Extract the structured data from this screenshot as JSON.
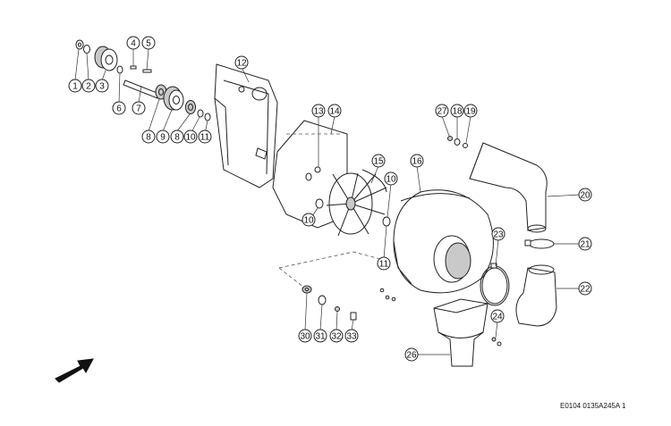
{
  "diagram": {
    "document_code": "E0104 0135A245A 1",
    "callouts": [
      {
        "label": "1"
      },
      {
        "label": "2"
      },
      {
        "label": "3"
      },
      {
        "label": "4"
      },
      {
        "label": "5"
      },
      {
        "label": "6"
      },
      {
        "label": "7"
      },
      {
        "label": "8"
      },
      {
        "label": "9"
      },
      {
        "label": "8"
      },
      {
        "label": "10"
      },
      {
        "label": "11"
      },
      {
        "label": "12"
      },
      {
        "label": "13"
      },
      {
        "label": "14"
      },
      {
        "label": "15"
      },
      {
        "label": "16"
      },
      {
        "label": "10"
      },
      {
        "label": "10"
      },
      {
        "label": "11"
      },
      {
        "label": "27"
      },
      {
        "label": "18"
      },
      {
        "label": "19"
      },
      {
        "label": "20"
      },
      {
        "label": "21"
      },
      {
        "label": "22"
      },
      {
        "label": "23"
      },
      {
        "label": "24"
      },
      {
        "label": "26"
      },
      {
        "label": "30"
      },
      {
        "label": "31"
      },
      {
        "label": "32"
      },
      {
        "label": "33"
      }
    ],
    "icons": {
      "direction_arrow": "arrow-up-right-icon"
    }
  }
}
